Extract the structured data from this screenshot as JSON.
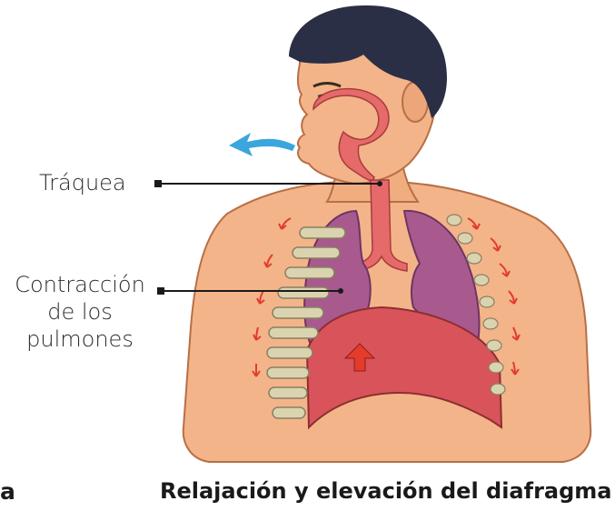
{
  "labels": {
    "trachea": "Tráquea",
    "lungs_line1": "Contracción",
    "lungs_line2": "de los",
    "lungs_line3": "pulmones"
  },
  "captions": {
    "left_fragment": "a",
    "main": "Relajación y elevación del diafragma"
  },
  "colors": {
    "skin": "#f3b489",
    "skin_shadow": "#d9895c",
    "hair": "#2a2f45",
    "lung": "#a85a8f",
    "diaphragm": "#d8545a",
    "airway": "#e66a6a",
    "rib": "#d9d3b0",
    "air_arrow": "#3aa6dd",
    "motion_arrows": "#e33b2c",
    "leader_line": "#1a1a1a"
  }
}
